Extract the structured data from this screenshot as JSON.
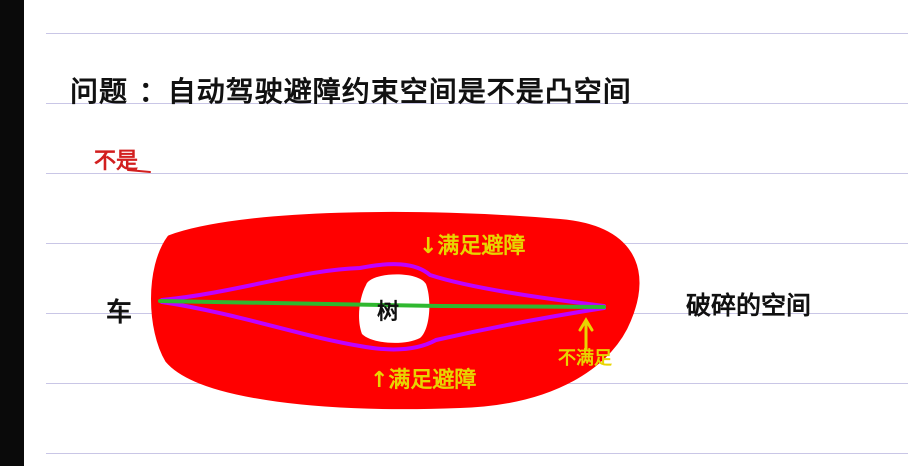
{
  "question": "问题 ：自动驾驶避障约束空间是不是凸空间",
  "answer": "不是",
  "labels": {
    "car": "车",
    "tree": "树",
    "broken_space": "破碎的空间",
    "top_annotation": "↓满足避障",
    "bottom_annotation": "↑满足避障",
    "right_annotation": "不满足"
  },
  "colors": {
    "constraint_region": "#ff0000",
    "avoid_path": "#c000ff",
    "straight_path": "#2fb82f",
    "annotation": "#e8d400",
    "answer": "#d21f1f",
    "ruled_line": "#c9c6e6"
  }
}
